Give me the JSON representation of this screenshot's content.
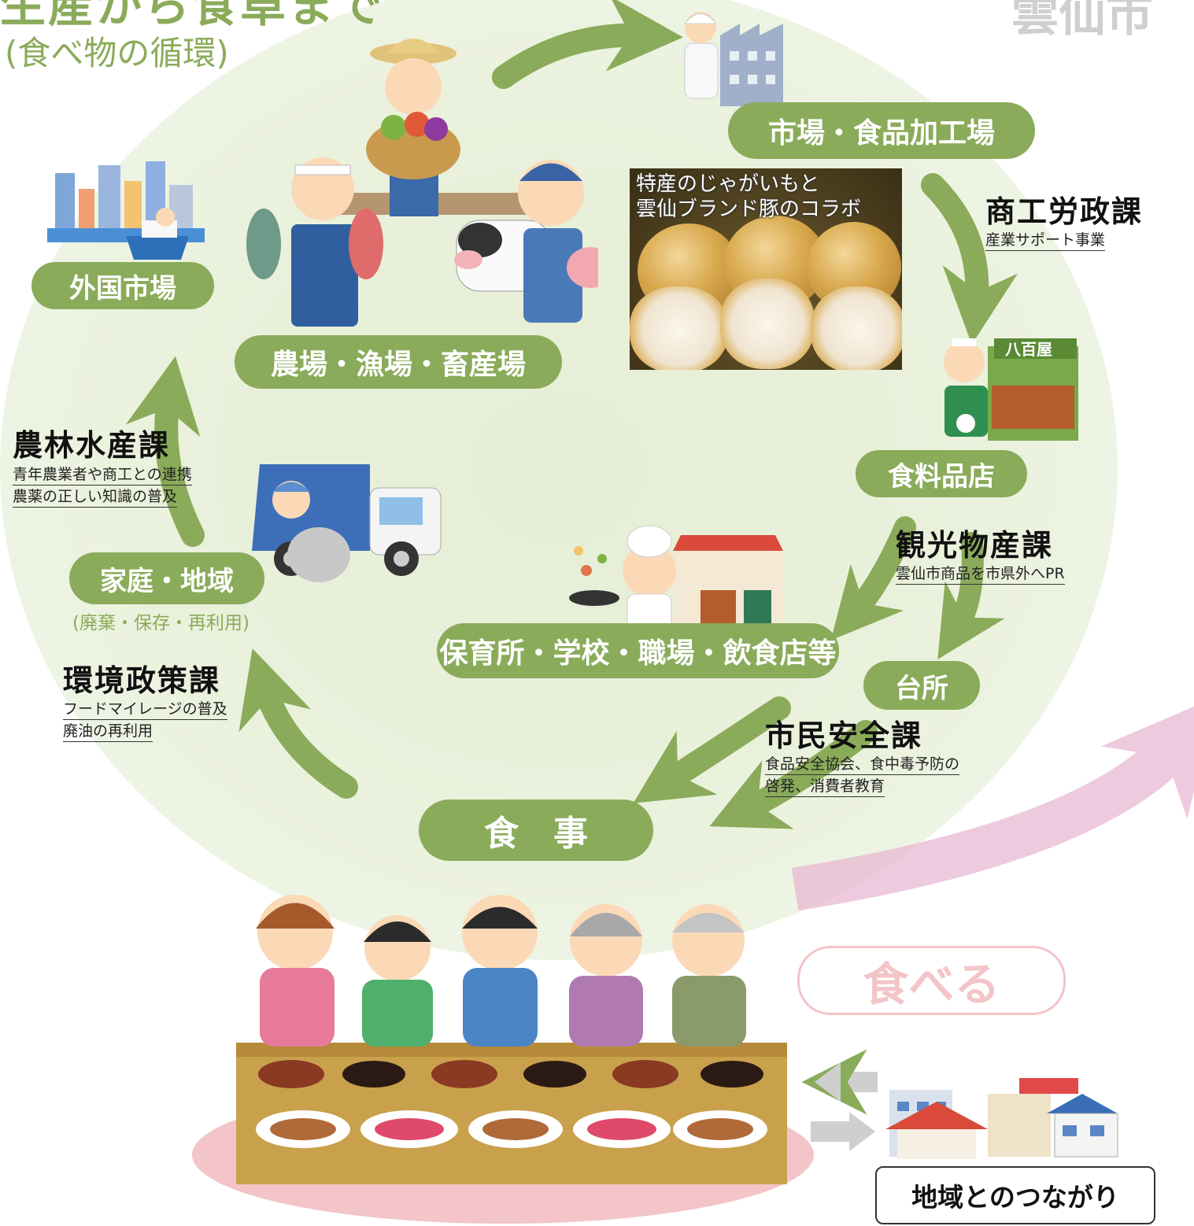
{
  "title": {
    "main": "生産から食卓まで",
    "sub": "(食べ物の循環)"
  },
  "city": "雲仙市",
  "stages": {
    "market_factory": "市場・食品加工場",
    "farm": "農場・漁場・畜産場",
    "foreign_market": "外国市場",
    "grocery": "食料品店",
    "facilities": "保育所・学校・職場・飲食店等",
    "home_region": "家庭・地域",
    "home_region_note": "(廃棄・保存・再利用)",
    "kitchen": "台所",
    "meal": "食　事"
  },
  "departments": {
    "commerce": {
      "name": "商工労政課",
      "lines": [
        "産業サポート事業"
      ]
    },
    "agriculture": {
      "name": "農林水産課",
      "lines": [
        "青年農業者や商工との連携",
        "農薬の正しい知識の普及"
      ]
    },
    "tourism": {
      "name": "観光物産課",
      "lines": [
        "雲仙市商品を市県外へPR"
      ]
    },
    "environment": {
      "name": "環境政策課",
      "lines": [
        "フードマイレージの普及",
        "廃油の再利用"
      ]
    },
    "safety": {
      "name": "市民安全課",
      "lines": [
        "食品安全協会、食中毒予防の",
        "啓発、消費者教育"
      ]
    }
  },
  "photo_caption": [
    "特産のじゃがいもと",
    "雲仙ブランド豚のコラボ"
  ],
  "shop_sign": "八百屋",
  "eat_label": "食べる",
  "community_label": "地域とのつながり",
  "colors": {
    "green": "#8aab5a",
    "pale_green": "#e8f0da",
    "pink": "#f3c4c8",
    "gray": "#cfcfcf"
  }
}
